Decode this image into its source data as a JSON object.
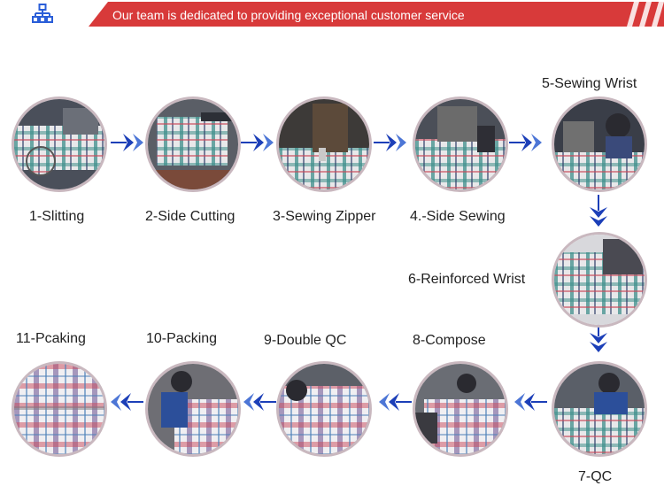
{
  "banner": {
    "text": "Our team is dedicated to providing exceptional customer service",
    "icon": "network-icon",
    "colors": {
      "banner_red": "#d83a3a",
      "icon_blue": "#2a5ed8",
      "arrow_blue": "#1c3fb8"
    }
  },
  "steps": [
    {
      "label": "1-Slitting"
    },
    {
      "label": "2-Side Cutting"
    },
    {
      "label": "3-Sewing Zipper"
    },
    {
      "label": "4.-Side Sewing"
    },
    {
      "label": "5-Sewing Wrist"
    },
    {
      "label": "6-Reinforced Wrist"
    },
    {
      "label": "7-QC"
    },
    {
      "label": "8-Compose"
    },
    {
      "label": "9-Double QC"
    },
    {
      "label": "10-Packing"
    },
    {
      "label": "11-Pcaking"
    }
  ]
}
